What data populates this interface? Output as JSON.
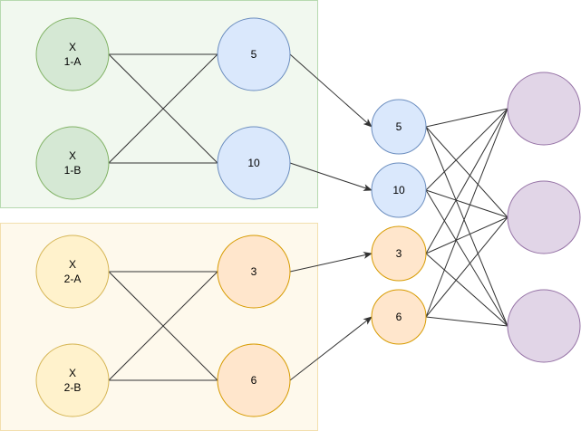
{
  "colors": {
    "green_panel_bg": "#f1f8ef",
    "green_panel_border": "#b7d9b0",
    "orange_panel_bg": "#fef9ec",
    "orange_panel_border": "#f2dfae",
    "green_fill": "#d5e8d4",
    "green_stroke": "#82b366",
    "blue_fill": "#dae8fc",
    "blue_stroke": "#6c8ebf",
    "yellow_fill": "#fff2cc",
    "yellow_stroke": "#d6b656",
    "orange_fill": "#ffe6cc",
    "orange_stroke": "#d79b00",
    "purple_fill": "#e1d5e7",
    "purple_stroke": "#9673a6",
    "edge": "#333333"
  },
  "nodes": {
    "x1a": {
      "line1": "X",
      "line2": "1-A"
    },
    "x1b": {
      "line1": "X",
      "line2": "1-B"
    },
    "x2a": {
      "line1": "X",
      "line2": "2-A"
    },
    "x2b": {
      "line1": "X",
      "line2": "2-B"
    },
    "g1_top": "5",
    "g1_bottom": "10",
    "g2_top": "3",
    "g2_bottom": "6",
    "merge_1": "5",
    "merge_2": "10",
    "merge_3": "3",
    "merge_4": "6"
  }
}
